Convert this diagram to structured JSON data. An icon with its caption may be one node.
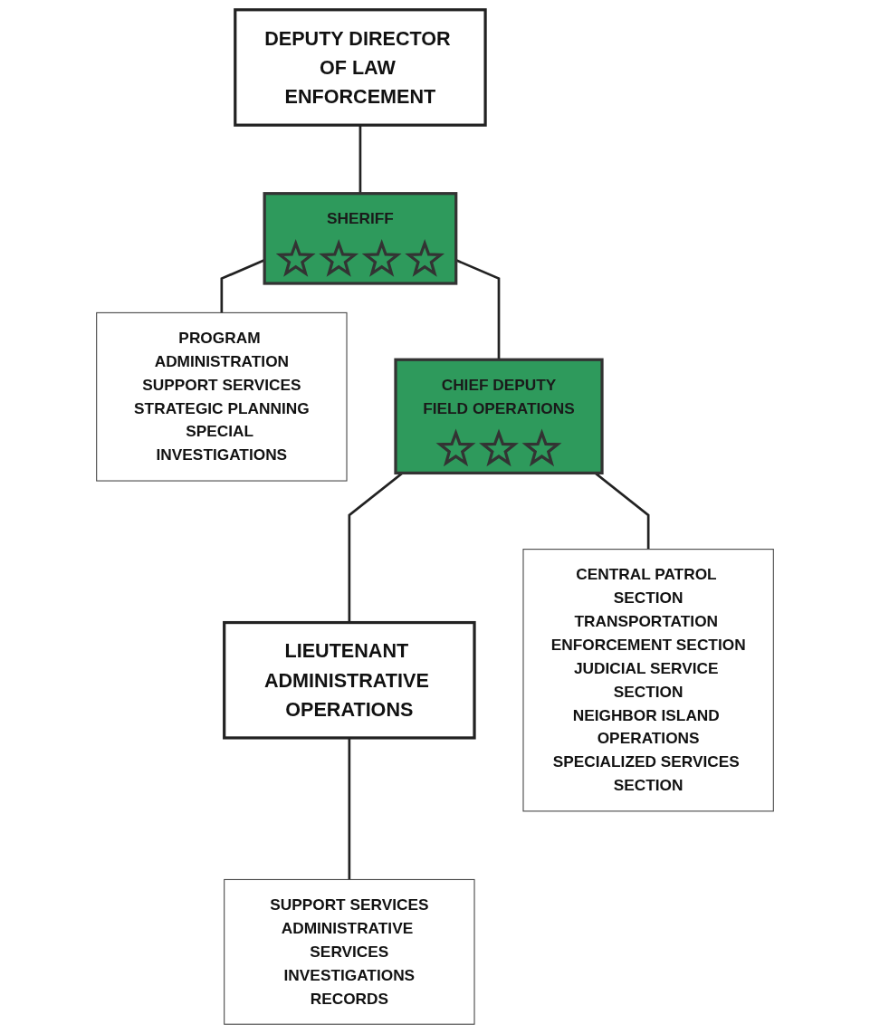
{
  "diagram": {
    "nodes": [
      {
        "text": [
          "DEPUTY DIRECTOR OF LAW ENFORCEMENT"
        ]
      },
      {
        "text": [
          "SHERIFF"
        ]
      },
      {
        "text": [
          "PROGRAM ADMINISTRATION",
          "SUPPORT SERVICES",
          "STRATEGIC PLANNING",
          "SPECIAL INVESTIGATIONS"
        ]
      },
      {
        "text": [
          "CHIEF DEPUTY",
          "FIELD OPERATIONS"
        ]
      },
      {
        "text": [
          "LIEUTENANT ADMINISTRATIVE OPERATIONS"
        ]
      },
      {
        "text": [
          "CENTRAL PATROL SECTION",
          "TRANSPORTATION ENFORCEMENT SECTION",
          "JUDICIAL SERVICE SECTION",
          "NEIGHBOR ISLAND OPERATIONS",
          "SPECIALIZED SERVICES SECTION"
        ]
      },
      {
        "text": [
          "SUPPORT SERVICES",
          "ADMINISTRATIVE SERVICES",
          "INVESTIGATIONS",
          "RECORDS"
        ]
      }
    ],
    "edges": [
      {
        "from": 0,
        "to": 1,
        "arrow": "none"
      },
      {
        "from": 1,
        "to": 2,
        "arrow": "none"
      },
      {
        "from": 1,
        "to": 3,
        "arrow": "none"
      },
      {
        "from": 3,
        "to": 4,
        "arrow": "none"
      },
      {
        "from": 3,
        "to": 5,
        "arrow": "none"
      },
      {
        "from": 4,
        "to": 6,
        "arrow": "none"
      }
    ]
  }
}
